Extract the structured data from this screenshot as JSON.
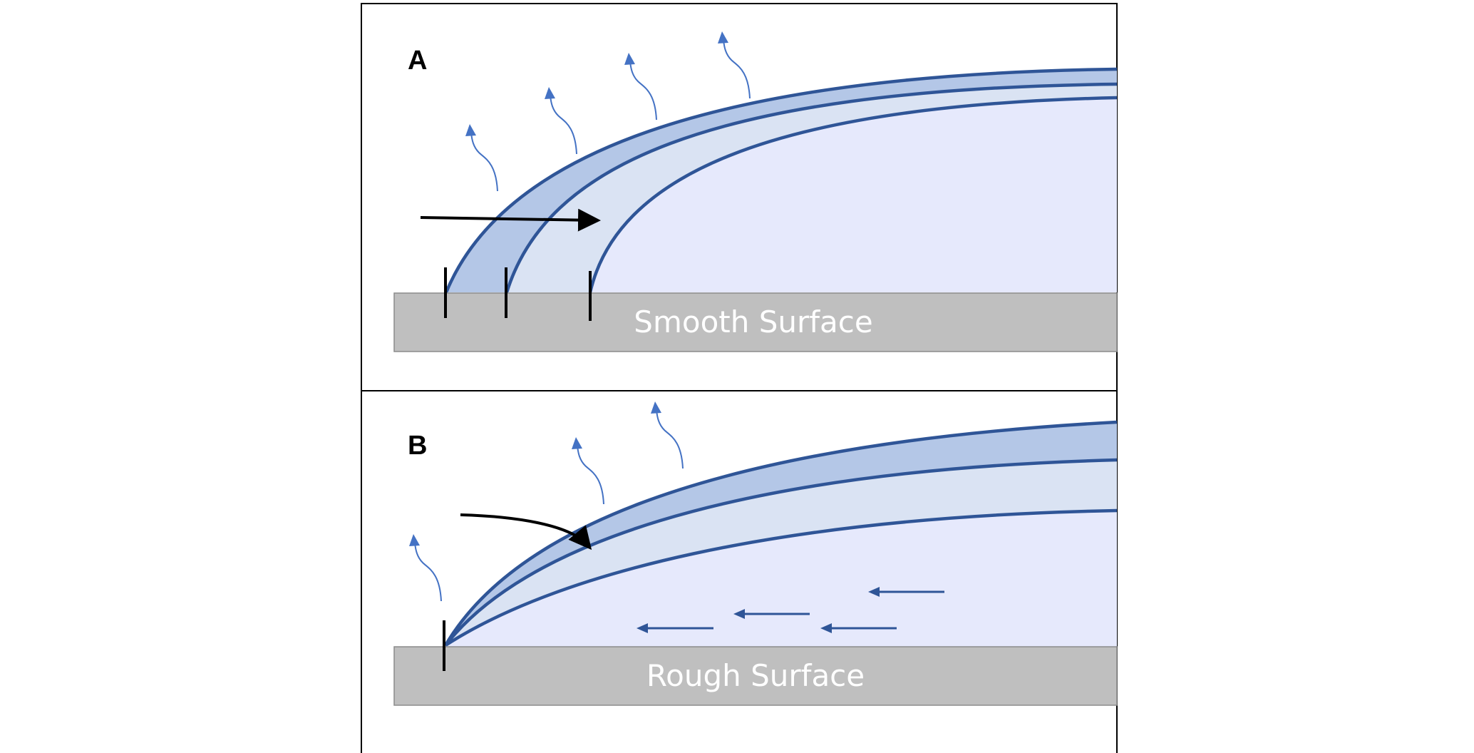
{
  "panels": [
    {
      "label": "A",
      "surface_label": "Smooth Surface"
    },
    {
      "label": "B",
      "surface_label": "Rough Surface"
    }
  ],
  "colors": {
    "outer_layer": "#b4c7e7",
    "middle_layer": "#dae3f3",
    "inner_region": "#e6e9fc",
    "boundary_line": "#2f5597",
    "wisp_arrow": "#4472c4",
    "surface": "#bfbfbf",
    "frame": "#000000"
  }
}
